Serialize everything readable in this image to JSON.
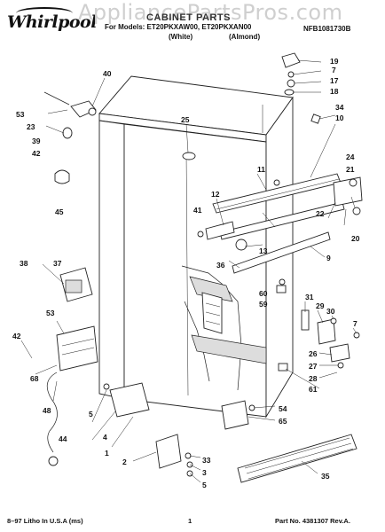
{
  "header": {
    "brand": "Whirlpool",
    "watermark": "AppliancePartsPros.com",
    "title": "CABINET PARTS",
    "models_line": "For Models: ET20PKXAW00, ET20PKXAN00",
    "variant_left": "(White)",
    "variant_right": "(Almond)",
    "ref": "NFB1081730B"
  },
  "callouts": [
    "53",
    "23",
    "39",
    "42",
    "45",
    "40",
    "25",
    "19",
    "7",
    "17",
    "18",
    "34",
    "10",
    "11",
    "24",
    "21",
    "22",
    "12",
    "41",
    "13",
    "36",
    "9",
    "60",
    "59",
    "20",
    "38",
    "37",
    "53",
    "42",
    "68",
    "48",
    "44",
    "5",
    "4",
    "1",
    "2",
    "33",
    "3",
    "5",
    "54",
    "65",
    "35",
    "31",
    "29",
    "30",
    "7",
    "26",
    "27",
    "28",
    "61"
  ],
  "footer": {
    "left": "8–97 Litho In U.S.A (ms)",
    "center": "1",
    "right": "Part No. 4381307 Rev.A."
  }
}
